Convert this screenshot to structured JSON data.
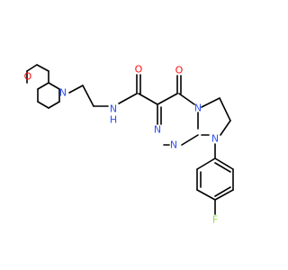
{
  "molecule": {
    "atoms": {
      "o_morph": "O",
      "n_morph": "N",
      "n_amide": "N",
      "h_amide": "H",
      "o_amide": "O",
      "o_ketone": "O",
      "n_ring_a": "N",
      "n_ring_b": "N",
      "n_ring_c": "N",
      "n_aryl": "N",
      "f": "F"
    },
    "colors": {
      "carbon": "#000000",
      "nitrogen": "#3050F8",
      "oxygen": "#FF0D0D",
      "fluorine": "#90E050"
    }
  }
}
